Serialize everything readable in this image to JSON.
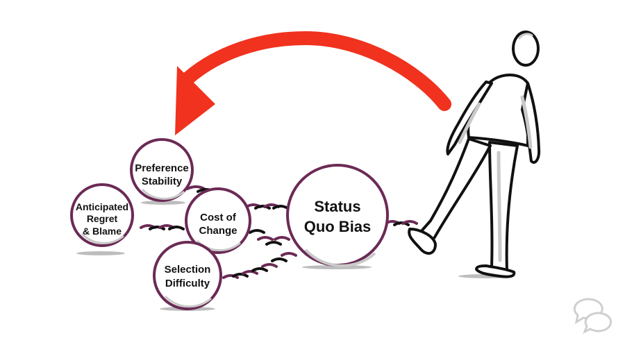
{
  "diagram": {
    "balls": {
      "preference": {
        "line1": "Preference",
        "line2": "Stability"
      },
      "regret": {
        "line1": "Anticipated",
        "line2": "Regret",
        "line3": "& Blame"
      },
      "cost": {
        "line1": "Cost of",
        "line2": "Change"
      },
      "selection": {
        "line1": "Selection",
        "line2": "Difficulty"
      },
      "status": {
        "line1": "Status",
        "line2": "Quo Bias"
      }
    },
    "colors": {
      "ball_ring": "#6b2a55",
      "chain": "#6b2a55",
      "arrow": "#f0321e",
      "figure_stroke": "#111111",
      "figure_fill": "#ffffff",
      "shadow": "#c9c9c9"
    },
    "icons": [
      "curved-arrow-icon",
      "walking-person-icon",
      "chain-icon",
      "chat-bubbles-icon"
    ]
  }
}
